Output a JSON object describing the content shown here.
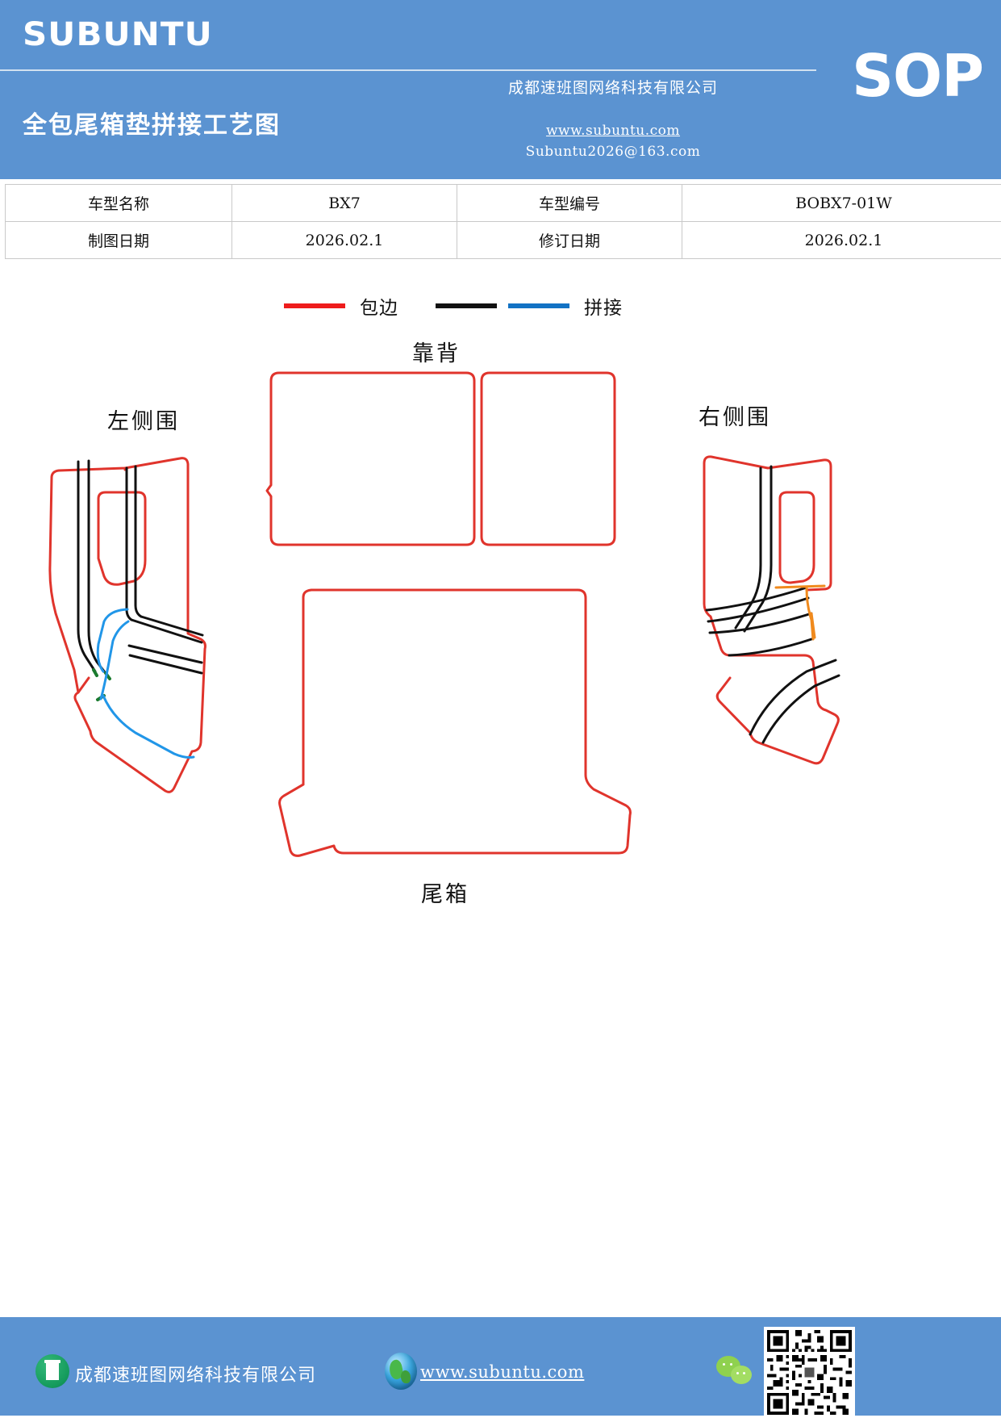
{
  "header": {
    "brand": "SUBUNTU",
    "sop_badge": "SOP",
    "doc_title": "全包尾箱垫拼接工艺图",
    "company": "成都速班图网络科技有限公司",
    "website": "www.subuntu.com",
    "email": "Subuntu2026@163.com",
    "accent_color": "#5b93d1"
  },
  "info_table": {
    "rows": [
      {
        "label1": "车型名称",
        "value1": "BX7",
        "label2": "车型编号",
        "value2": "BOBX7-01W"
      },
      {
        "label1": "制图日期",
        "value1": "2026.02.1",
        "label2": "修订日期",
        "value2": "2026.02.1"
      }
    ]
  },
  "legend": {
    "items": [
      {
        "label": "包边",
        "colors": [
          "#ee1c1c"
        ]
      },
      {
        "label": "拼接",
        "colors": [
          "#111111",
          "#1272c4"
        ]
      }
    ]
  },
  "diagram": {
    "part_labels": {
      "left_side": "左侧围",
      "right_side": "右侧围",
      "backrest": "靠背",
      "trunk": "尾箱"
    },
    "line_colors": {
      "binding_red": "#e0342c",
      "seam_black": "#111111",
      "seam_blue": "#2196e8",
      "seam_orange": "#f08a1d",
      "seam_green": "#1a7a2e"
    }
  },
  "footer": {
    "company": "成都速班图网络科技有限公司",
    "website": "www.subuntu.com",
    "icons": {
      "building": "building-icon",
      "globe": "globe-icon",
      "wechat": "wechat-icon",
      "qr": "qr-code"
    }
  }
}
